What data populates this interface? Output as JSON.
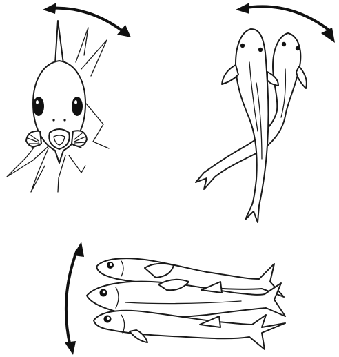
{
  "figure": {
    "panels": [
      {
        "id": "top-left",
        "subject": "front-view-fish",
        "motion": "side-to-side"
      },
      {
        "id": "top-right",
        "subject": "two-fish-top-view",
        "motion": "side-to-side"
      },
      {
        "id": "bottom",
        "subject": "three-fish-side-view",
        "motion": "up-and-down"
      }
    ],
    "colors": {
      "ink": "#1a1a1a",
      "background": "#ffffff"
    }
  }
}
